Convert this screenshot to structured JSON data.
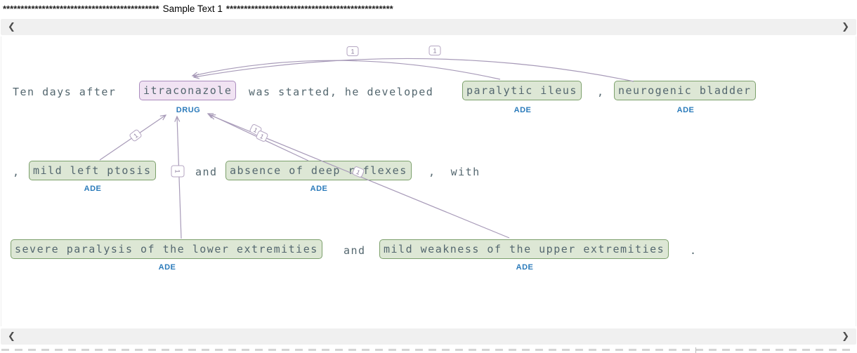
{
  "header": {
    "left_asterisks": "********************************************",
    "title": "Sample Text 1",
    "right_asterisks": "***********************************************"
  },
  "scrollbar": {
    "left_arrow": "❮",
    "right_arrow": "❯"
  },
  "doc": {
    "line1": {
      "t1": "Ten days after",
      "drug": {
        "text": "itraconazole",
        "label": "DRUG"
      },
      "t2": "was started, he developed",
      "t3": ",",
      "ade1": {
        "text": "paralytic ileus",
        "label": "ADE"
      },
      "ade2": {
        "text": "neurogenic bladder",
        "label": "ADE"
      }
    },
    "line2": {
      "t1": ",",
      "ade3": {
        "text": "mild left ptosis",
        "label": "ADE"
      },
      "t2": "and",
      "ade4": {
        "text": "absence of deep reflexes",
        "label": "ADE"
      },
      "t3": ",  with"
    },
    "line3": {
      "ade5": {
        "text": "severe paralysis of the lower extremities",
        "label": "ADE"
      },
      "t1": "and",
      "ade6": {
        "text": "mild weakness of the upper extremities",
        "label": "ADE"
      },
      "t2": "."
    }
  },
  "relations": {
    "labels": [
      "1",
      "1",
      "1",
      "1",
      "1",
      "1",
      "1"
    ]
  },
  "colors": {
    "drug_fill": "#f1e3f3",
    "drug_border": "#aa8cbd",
    "ade_fill": "#dde7d5",
    "ade_border": "#7ca06b",
    "entity_tag": "#2b7bbb",
    "arc": "#a79ab8",
    "text": "#54676f"
  }
}
